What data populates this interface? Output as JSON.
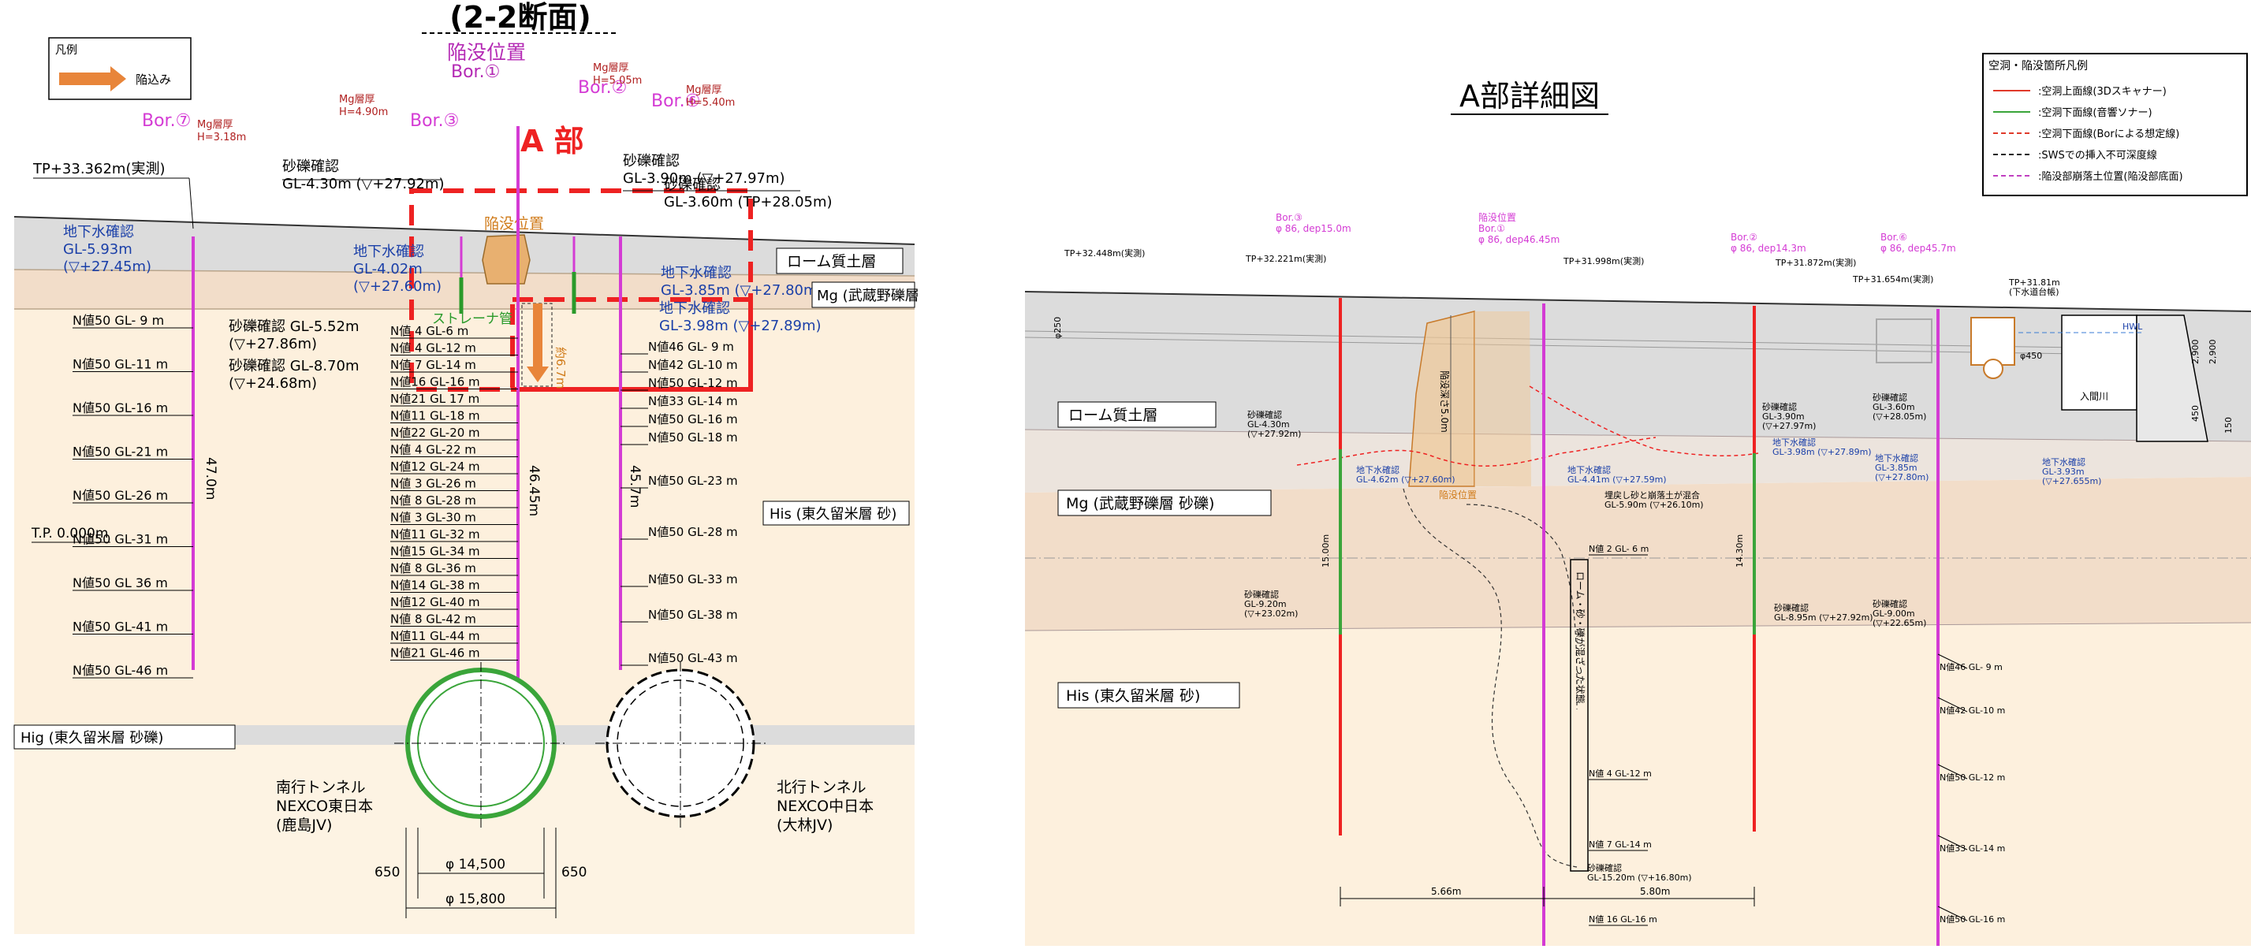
{
  "left": {
    "title": "(2-2断面)",
    "legend_title": "凡例",
    "legend_item": "陥込み",
    "a_label": "A 部",
    "sink_label": "陥没位置",
    "bor_labels": [
      "Bor.⑦",
      "Bor.③",
      "Bor.①",
      "Bor.②",
      "Bor.⑥"
    ],
    "mg_notes": [
      "Mg層厚\nH=3.18m",
      "Mg層厚\nH=4.90m",
      "Mg層厚\nH=5.05m",
      "Mg層厚\nH=5.40m"
    ],
    "tp_label": "TP+33.362m(実測)",
    "gravel_notes": [
      "砂礫確認\nGL-4.30m (▽+27.92m)",
      "砂礫確認\nGL-3.90m (▽+27.97m)",
      "砂礫確認\nGL-3.60m (TP+28.05m)",
      "砂礫確認 GL-5.52m\n(▽+27.86m)",
      "砂礫確認 GL-8.70m\n(▽+24.68m)"
    ],
    "water_notes": [
      "地下水確認\nGL-5.93m\n(▽+27.45m)",
      "地下水確認\nGL-4.02m\n(▽+27.60m)",
      "地下水確認\nGL-3.85m (▽+27.80m)",
      "地下水確認\nGL-3.98m (▽+27.89m)"
    ],
    "strainer": "ストレーナ管",
    "depth_67": "約6.7m",
    "layers": [
      "ローム質土層",
      "Mg (武蔵野礫層 砂礫)",
      "His (東久留米層 砂)",
      "Hig (東久留米層 砂礫)"
    ],
    "tp0": "T.P. 0.000m",
    "bor7_n": [
      "N値50 GL- 9 m",
      "N値50 GL-11 m",
      "N値50 GL-16 m",
      "N値50 GL-21 m",
      "N値50 GL-26 m",
      "N値50 GL-31 m",
      "N値50 GL 36 m",
      "N値50 GL-41 m",
      "N値50 GL-46 m"
    ],
    "bor1_n": [
      "N値 4 GL-6 m",
      "N値 4 GL-12 m",
      "N値 7 GL-14 m",
      "N値16 GL-16 m",
      "N値21 GL 17 m",
      "N値11 GL-18 m",
      "N値22 GL-20 m",
      "N値 4 GL-22 m",
      "N値12 GL-24 m",
      "N値 3 GL-26 m",
      "N値 8 GL-28 m",
      "N値 3 GL-30 m",
      "N値11 GL-32 m",
      "N値15 GL-34 m",
      "N値 8 GL-36 m",
      "N値14 GL-38 m",
      "N値12 GL-40 m",
      "N値 8 GL-42 m",
      "N値11 GL-44 m",
      "N値21 GL-46 m"
    ],
    "bor6_n": [
      "N値46 GL- 9 m",
      "N値42 GL-10 m",
      "N値50 GL-12 m",
      "N値33 GL-14 m",
      "N値50 GL-16 m",
      "N値50 GL-18 m",
      "N値50 GL-23 m",
      "N値50 GL-28 m",
      "N値50 GL-33 m",
      "N値50 GL-38 m",
      "N値50 GL-43 m"
    ],
    "len_labels": [
      "47.0m",
      "46.45m",
      "45.7m"
    ],
    "south_tunnel": [
      "南行トンネル",
      "NEXCO東日本",
      "(鹿島JV)"
    ],
    "north_tunnel": [
      "北行トンネル",
      "NEXCO中日本",
      "(大林JV)"
    ],
    "dims": [
      "650",
      "φ 14,500",
      "650",
      "φ 15,800"
    ]
  },
  "right": {
    "title": "A部詳細図",
    "legend_title": "空洞・陥没箇所凡例",
    "legend_items": [
      {
        "label": ":空洞上面線(3Dスキャナー)",
        "color": "#e03a2a",
        "dash": "none"
      },
      {
        "label": ":空洞下面線(音響ソナー)",
        "color": "#3aa53a",
        "dash": "none"
      },
      {
        "label": ":空洞下面線(Borによる想定線)",
        "color": "#e03a2a",
        "dash": "6,4"
      },
      {
        "label": ":SWSでの挿入不可深度線",
        "color": "#222222",
        "dash": "6,4"
      },
      {
        "label": ":陥没部崩落土位置(陥没部底面)",
        "color": "#c040c0",
        "dash": "6,4"
      }
    ],
    "bor_labels": [
      "Bor.③\nφ 86, dep15.0m",
      "陥没位置\nBor.①\nφ 86, dep46.45m",
      "Bor.②\nφ 86, dep14.3m",
      "Bor.⑥\nφ 86, dep45.7m"
    ],
    "tp_labels": [
      "TP+32.448m(実測)",
      "TP+32.221m(実測)",
      "TP+31.998m(実測)",
      "TP+31.872m(実測)",
      "TP+31.654m(実測)",
      "TP+31.81m\n(下水道台帳)"
    ],
    "layers": [
      "ローム質土層",
      "Mg (武蔵野礫層 砂礫)",
      "His (東久留米層 砂)"
    ],
    "notes": [
      "砂礫確認\nGL-4.30m\n(▽+27.92m)",
      "地下水確認\nGL-4.62m (▽+27.60m)",
      "地下水確認\nGL-4.41m (▽+27.59m)",
      "埋戻し砂と崩落土が混合\nGL-5.90m (▽+26.10m)",
      "砂礫確認\nGL-3.90m\n(▽+27.97m)",
      "地下水確認\nGL-3.98m (▽+27.89m)",
      "砂礫確認\nGL-3.60m\n(▽+28.05m)",
      "地下水確認\nGL-3.85m\n(▽+27.80m)",
      "地下水確認\nGL-3.93m\n(▽+27.655m)",
      "砂礫確認\nGL-9.20m\n(▽+23.02m)",
      "砂礫確認\nGL-8.95m (▽+27.92m)",
      "砂礫確認\nGL-9.00m\n(▽+22.65m)",
      "砂礫確認\nGL-15.20m (▽+16.80m)"
    ],
    "sink_label": "陥没位置",
    "depth_label": "陥没深さ5.0m",
    "loam_text": "ローム・砂・礫が混ざった状態",
    "n_center": [
      "N値 2 GL- 6 m",
      "N値 4 GL-12 m",
      "N値 7 GL-14 m",
      "N値 16 GL-16 m"
    ],
    "n_right": [
      "N値46 GL- 9 m",
      "N値42 GL-10 m",
      "N値50 GL-12 m",
      "N値33 GL-14 m",
      "N値50 GL-16 m"
    ],
    "len_labels": [
      "15.00m",
      "14.30m"
    ],
    "dims": [
      "5.66m",
      "5.80m"
    ],
    "right_labels": [
      "HWL",
      "入間川",
      "φ250",
      "2,900",
      "2,900",
      "450",
      "150",
      "φ450"
    ]
  }
}
